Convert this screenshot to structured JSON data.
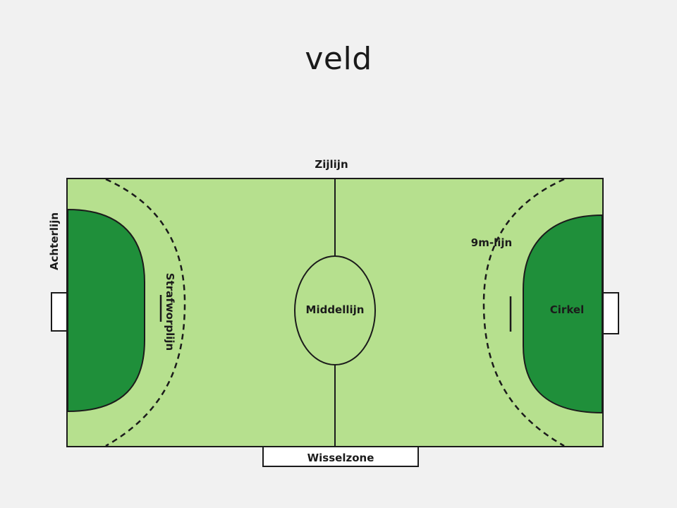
{
  "title": "veld",
  "labels": {
    "sideline": "Zijlijn",
    "goal_line": "Achterlijn",
    "penalty_line": "Strafworplijn",
    "center": "Middellijn",
    "nine_meter_line": "9m-lijn",
    "goal_area": "Cirkel",
    "substitution_zone": "Wisselzone"
  },
  "colors": {
    "court": "#b6e08e",
    "goal_area": "#1f8f3a",
    "lines": "#1b1b1b",
    "background": "#f1f1f1"
  }
}
